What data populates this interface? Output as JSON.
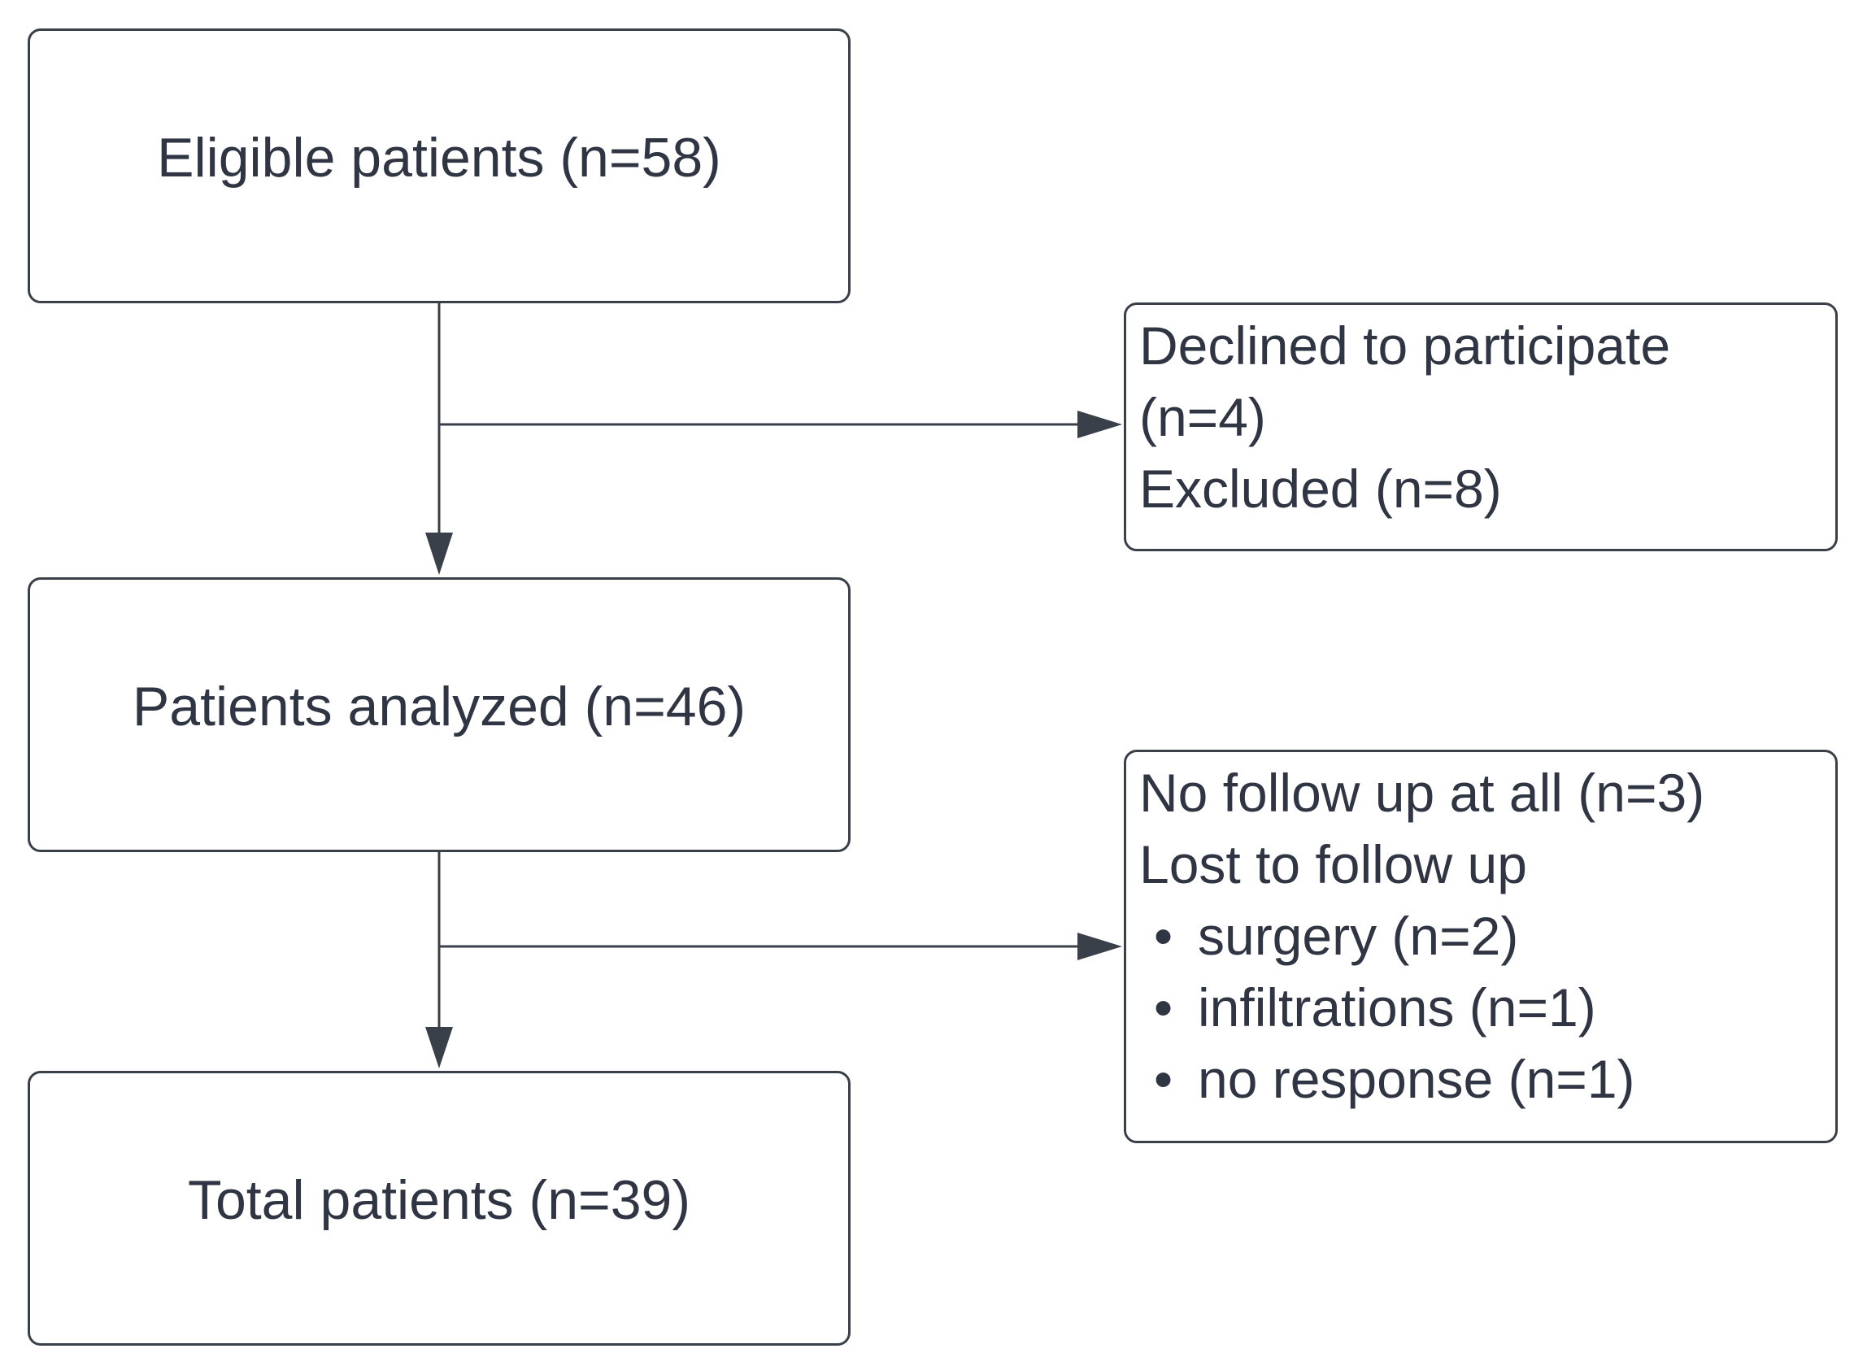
{
  "nodes": {
    "eligible": {
      "label": "Eligible patients (n=58)"
    },
    "declined": {
      "lines": [
        "Declined to participate",
        "(n=4)",
        "Excluded (n=8)"
      ]
    },
    "analyzed": {
      "label": "Patients analyzed (n=46)"
    },
    "lost": {
      "lines": [
        "No follow up at all (n=3)",
        "Lost to follow up"
      ],
      "bullets": [
        "surgery (n=2)",
        "infiltrations (n=1)",
        "no response (n=1)"
      ]
    },
    "total": {
      "label": "Total patients (n=39)"
    }
  },
  "edges": [
    {
      "from": "eligible",
      "to": "analyzed"
    },
    {
      "from": "eligible",
      "to": "declined"
    },
    {
      "from": "analyzed",
      "to": "total"
    },
    {
      "from": "analyzed",
      "to": "lost"
    }
  ],
  "style": {
    "line_color": "#3a404a",
    "text_color": "#2f3542"
  }
}
